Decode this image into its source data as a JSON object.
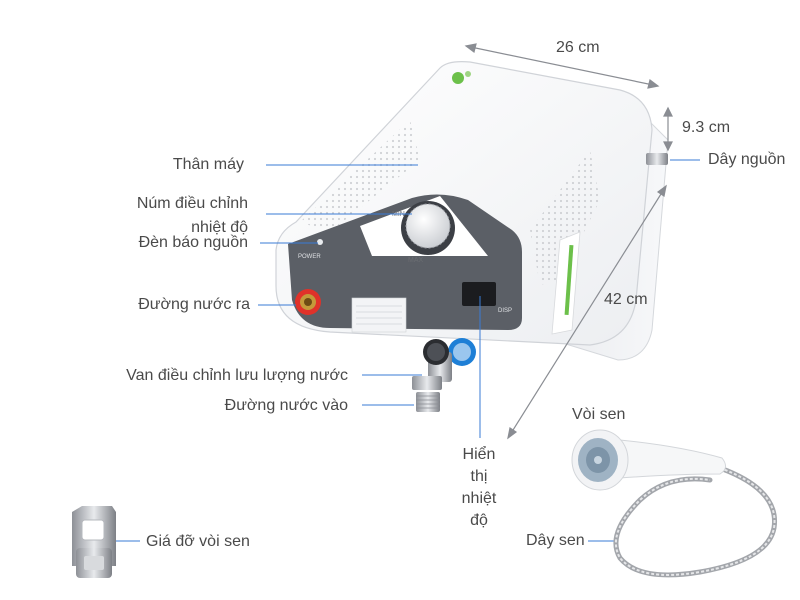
{
  "labels": {
    "body": "Thân máy",
    "temp_knob": "Núm điều chỉnh nhiệt độ",
    "power_light": "Đèn báo nguồn",
    "water_out": "Đường nước ra",
    "flow_valve": "Van điều chỉnh lưu lượng nước",
    "water_in": "Đường nước vào",
    "temp_display": "Hiển thị nhiệt độ",
    "shower_head": "Vòi sen",
    "shower_hose": "Dây sen",
    "shower_holder": "Giá đỡ vòi sen",
    "power_cord": "Dây nguồn"
  },
  "dimensions": {
    "width": "26 cm",
    "depth": "9.3 cm",
    "height": "42 cm"
  },
  "device_text": {
    "knob_min": "MIN",
    "knob_max": "MAX",
    "power_text": "POWER",
    "display_text": "DISP"
  },
  "colors": {
    "body_white": "#fafafa",
    "panel_gray": "#5b5f66",
    "accent_green": "#6cc04a",
    "outlet_red": "#e0322a",
    "inlet_blue": "#1e7fd6",
    "leader_line": "#3a7bd5"
  }
}
